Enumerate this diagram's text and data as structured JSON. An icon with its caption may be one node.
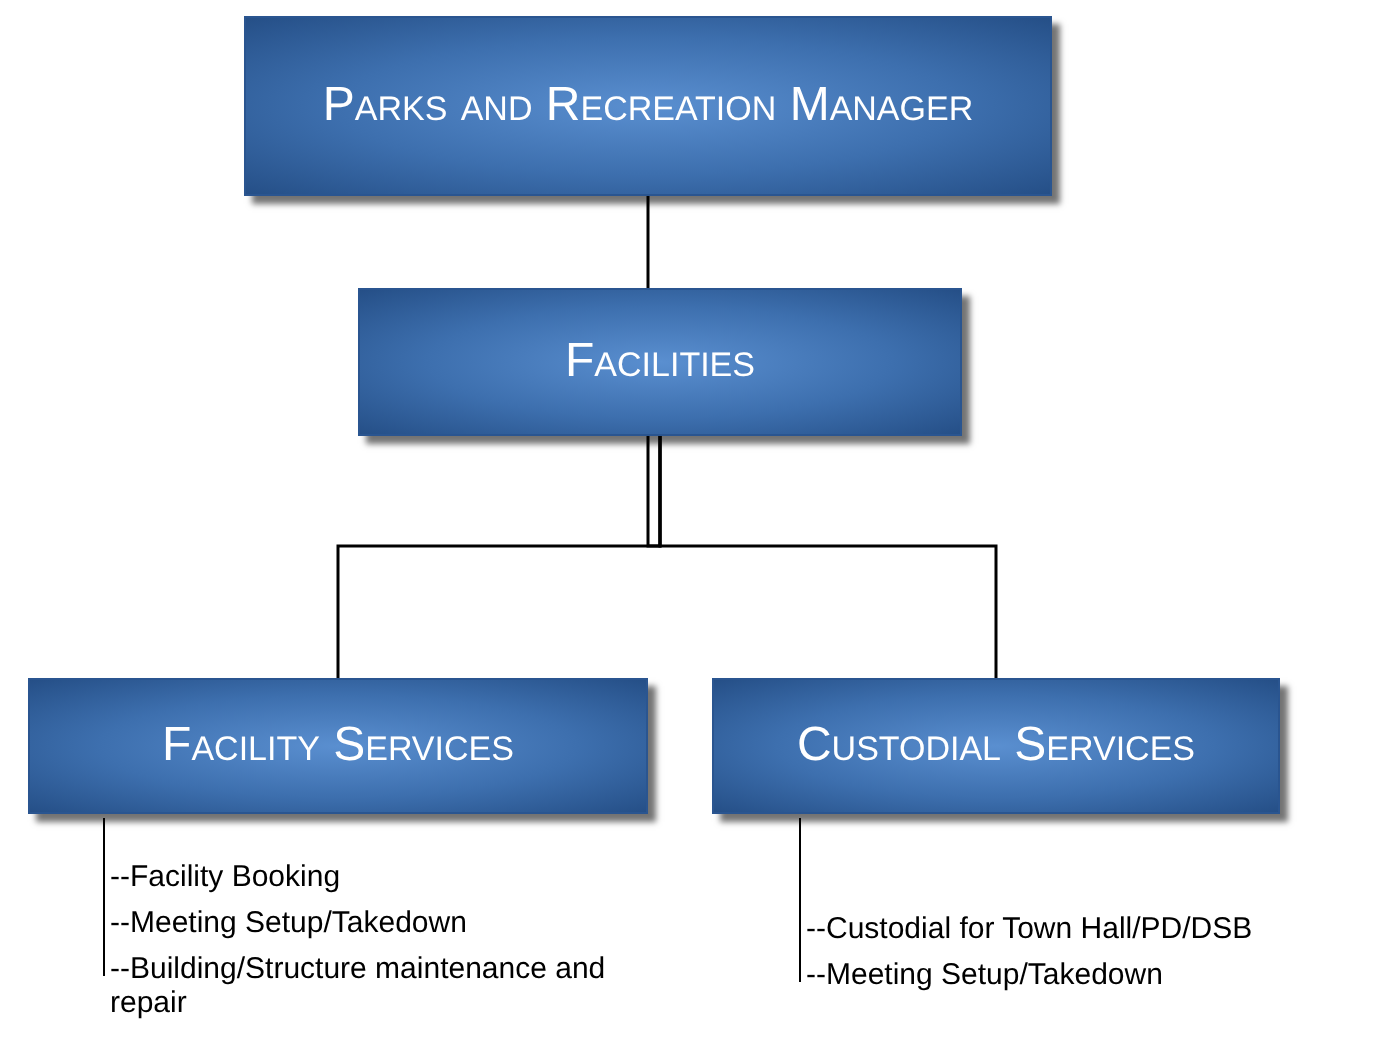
{
  "diagram": {
    "nodes": [
      {
        "text": [
          "Parks and Recreation Manager"
        ]
      },
      {
        "text": [
          "Facilities"
        ]
      },
      {
        "text": [
          "Facility Services"
        ],
        "beside": [
          "--Facility Booking",
          "--Meeting Setup/Takedown",
          "--Building/Structure maintenance and repair"
        ]
      },
      {
        "text": [
          "Custodial Services"
        ],
        "beside": [
          "--Custodial for Town Hall/PD/DSB",
          "--Meeting Setup/Takedown"
        ]
      }
    ],
    "edges": [
      {
        "from": 0,
        "to": 1,
        "arrow": "none"
      },
      {
        "from": 1,
        "to": 2,
        "arrow": "none"
      },
      {
        "from": 1,
        "to": 3,
        "arrow": "none"
      }
    ]
  }
}
